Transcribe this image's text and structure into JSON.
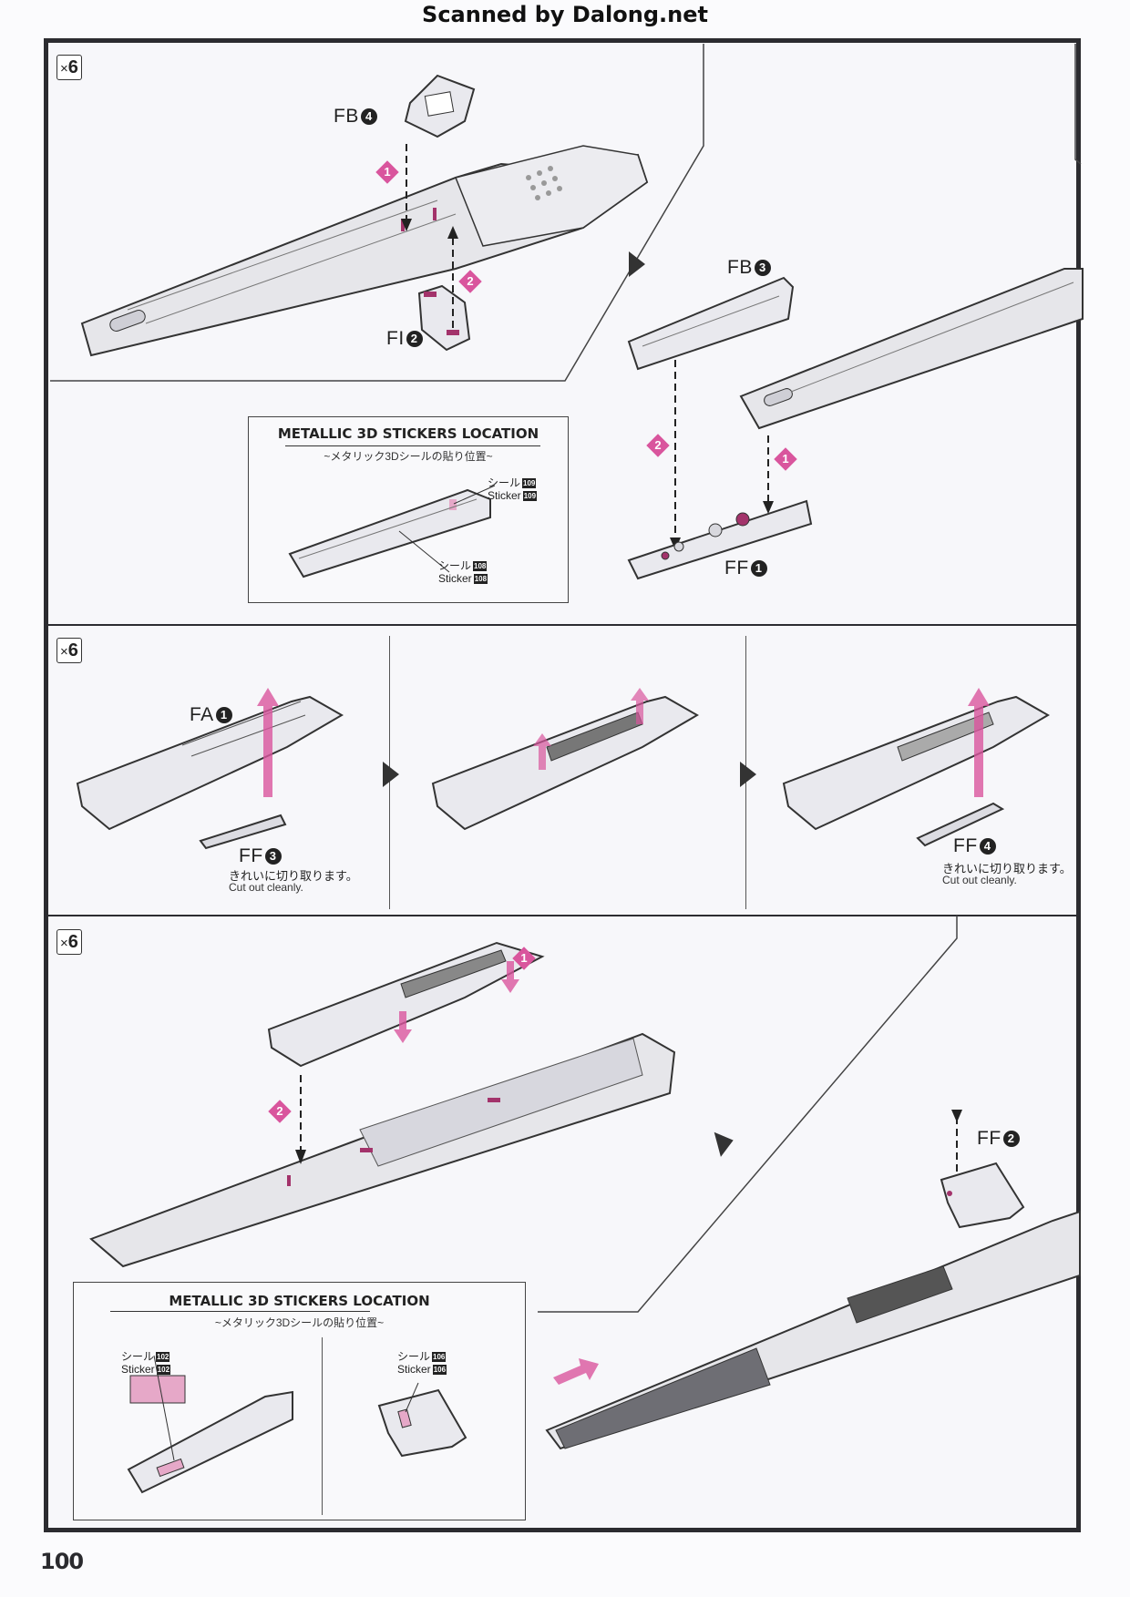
{
  "header": {
    "watermark": "Scanned by Dalong.net"
  },
  "sections": [
    {
      "quantity": "6",
      "quantity_prefix": "×",
      "labels": {
        "fb4": "FB",
        "fb4_num": "4",
        "fi2": "FI",
        "fi2_num": "2",
        "fb3": "FB",
        "fb3_num": "3",
        "ff1": "FF",
        "ff1_num": "1"
      },
      "steps": [
        "1",
        "2",
        "2",
        "1"
      ],
      "sticker_box": {
        "title": "METALLIC 3D STICKERS LOCATION",
        "subtitle": "~メタリック3Dシールの貼り位置~",
        "refs": [
          {
            "jp": "シール",
            "en": "Sticker",
            "num": "109"
          },
          {
            "jp": "シール",
            "en": "Sticker",
            "num": "108"
          }
        ]
      }
    },
    {
      "quantity": "6",
      "quantity_prefix": "×",
      "labels": {
        "fa1": "FA",
        "fa1_num": "1",
        "ff3": "FF",
        "ff3_num": "3",
        "ff4": "FF",
        "ff4_num": "4"
      },
      "notes": [
        {
          "jp": "きれいに切り取ります。",
          "en": "Cut out cleanly."
        },
        {
          "jp": "きれいに切り取ります。",
          "en": "Cut out cleanly."
        }
      ]
    },
    {
      "quantity": "6",
      "quantity_prefix": "×",
      "labels": {
        "ff2": "FF",
        "ff2_num": "2"
      },
      "steps": [
        "1",
        "2"
      ],
      "sticker_box": {
        "title": "METALLIC 3D STICKERS LOCATION",
        "subtitle": "~メタリック3Dシールの貼り位置~",
        "refs": [
          {
            "jp": "シール",
            "en": "Sticker",
            "num": "102"
          },
          {
            "jp": "シール",
            "en": "Sticker",
            "num": "106"
          }
        ]
      }
    }
  ],
  "footer": {
    "page_number": "100"
  },
  "colors": {
    "accent_pink": "#d9559d",
    "frame": "#2c2c30",
    "part_fill": "#e6e6ea"
  }
}
